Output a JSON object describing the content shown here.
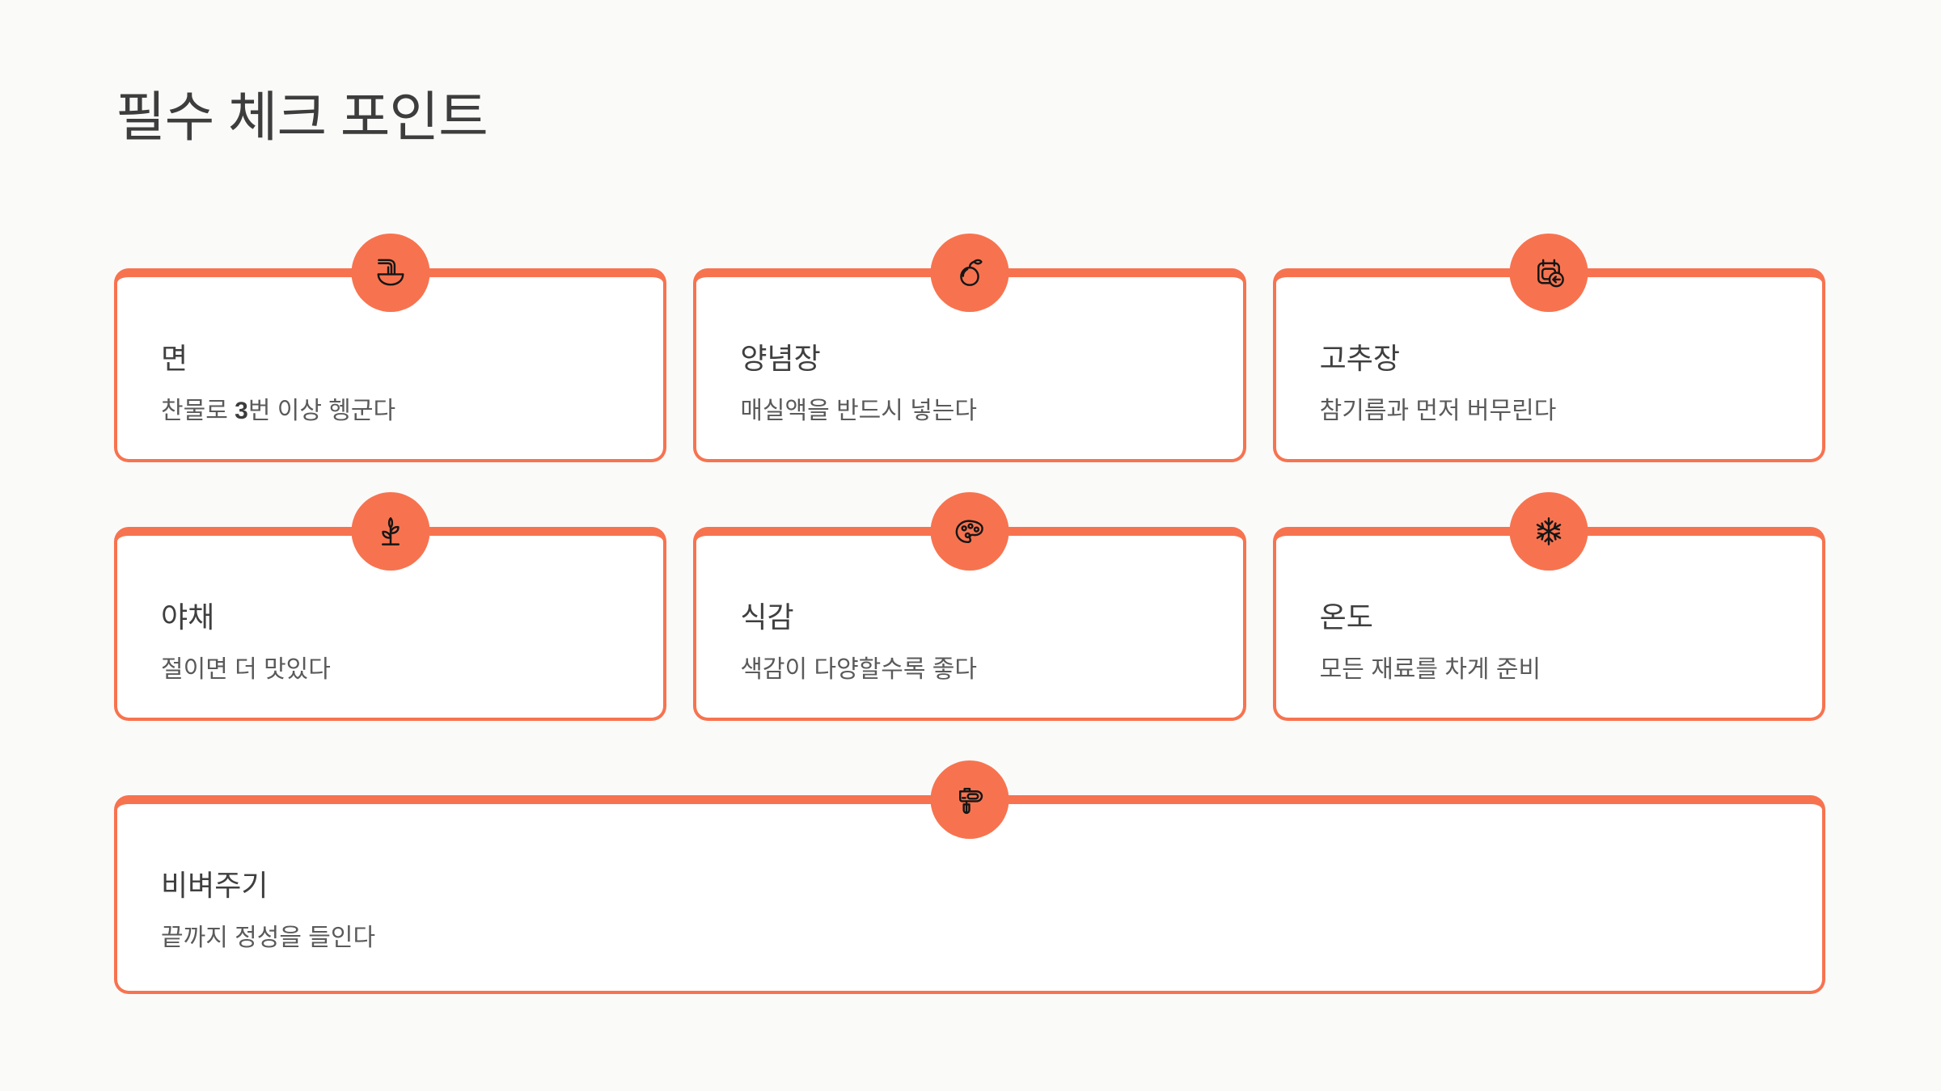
{
  "page": {
    "title": "필수 체크 포인트",
    "colors": {
      "accent": "#F7734F",
      "background": "#FAFAF9",
      "card_background": "#FFFFFF",
      "title": "#3D3D3D",
      "card_title": "#3F3F3F",
      "description": "#5A5A5A",
      "description_bold": "#3C3C3C",
      "icon": "#161616"
    }
  },
  "cards": [
    {
      "icon": "noodle-bowl-icon",
      "title": "면",
      "desc": [
        {
          "t": "찬물로 ",
          "b": false
        },
        {
          "t": "3",
          "b": true
        },
        {
          "t": "번 이상 헹군다",
          "b": false
        }
      ],
      "span": 1
    },
    {
      "icon": "plum-fruit-icon",
      "title": "양념장",
      "desc": [
        {
          "t": "매실액을 반드시 넣는다",
          "b": false
        }
      ],
      "span": 1
    },
    {
      "icon": "calendar-back-arrow-icon",
      "title": "고추장",
      "desc": [
        {
          "t": "참기름과 먼저 버무린다",
          "b": false
        }
      ],
      "span": 1
    },
    {
      "icon": "plant-sprout-icon",
      "title": "야채",
      "desc": [
        {
          "t": "절이면 더 맛있다",
          "b": false
        }
      ],
      "span": 1
    },
    {
      "icon": "palette-icon",
      "title": "식감",
      "desc": [
        {
          "t": "색감이 다양할수록 좋다",
          "b": false
        }
      ],
      "span": 1
    },
    {
      "icon": "snowflake-icon",
      "title": "온도",
      "desc": [
        {
          "t": "모든 재료를 차게 준비",
          "b": false
        }
      ],
      "span": 1
    },
    {
      "icon": "hand-mixer-icon",
      "title": "비벼주기",
      "desc": [
        {
          "t": "끝까지 정성을 들인다",
          "b": false
        }
      ],
      "span": 3
    }
  ]
}
